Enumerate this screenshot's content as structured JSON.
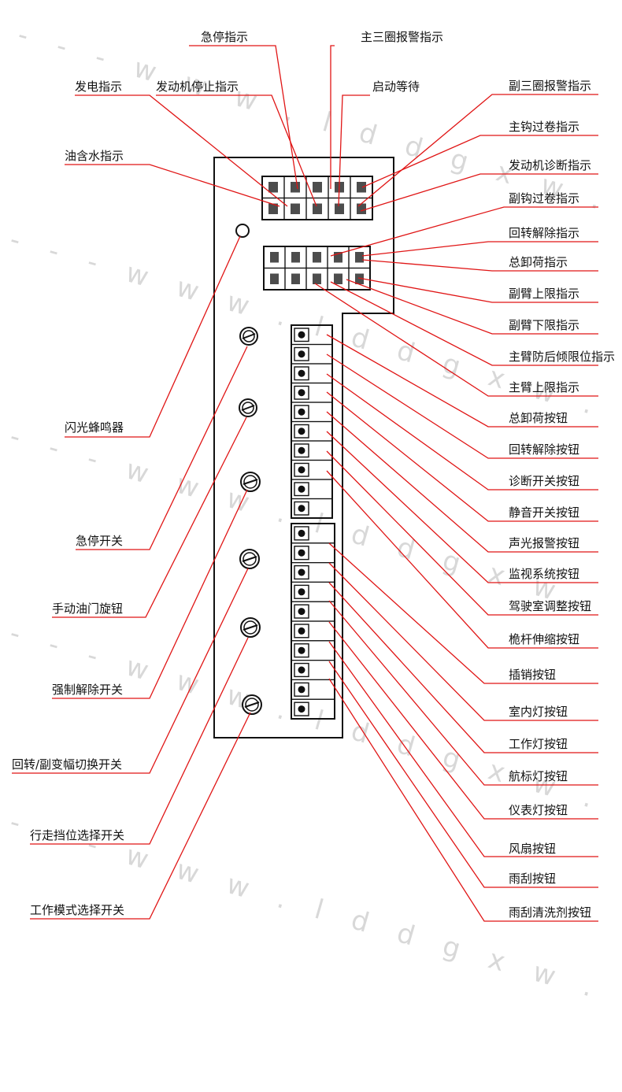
{
  "watermark": "- - - - w w w . l d d g x w . c o m - - - -",
  "colors": {
    "leader": "#e01515",
    "outline": "#111111",
    "text": "#111111"
  },
  "labels_top": [
    {
      "id": "estop-indicator",
      "text": "急停指示"
    },
    {
      "id": "main-3coil-alarm-indicator",
      "text": "主三圈报警指示"
    },
    {
      "id": "generator-indicator",
      "text": "发电指示"
    },
    {
      "id": "engine-stop-indicator",
      "text": "发动机停止指示"
    },
    {
      "id": "start-wait",
      "text": "启动等待"
    },
    {
      "id": "oil-water-indicator",
      "text": "油含水指示"
    }
  ],
  "labels_right": [
    {
      "id": "aux-3coil-alarm-indicator",
      "text": "副三圈报警指示"
    },
    {
      "id": "main-hook-overwind-indicator",
      "text": "主钩过卷指示"
    },
    {
      "id": "engine-diagnosis-indicator",
      "text": "发动机诊断指示"
    },
    {
      "id": "aux-hook-overwind-indicator",
      "text": "副钩过卷指示"
    },
    {
      "id": "slew-release-indicator",
      "text": "回转解除指示"
    },
    {
      "id": "total-unload-indicator",
      "text": "总卸荷指示"
    },
    {
      "id": "aux-boom-upper-limit-indicator",
      "text": "副臂上限指示"
    },
    {
      "id": "aux-boom-lower-limit-indicator",
      "text": "副臂下限指示"
    },
    {
      "id": "main-boom-tip-limit-indicator",
      "text": "主臂防后倾限位指示"
    },
    {
      "id": "main-boom-upper-limit-indicator",
      "text": "主臂上限指示"
    },
    {
      "id": "total-unload-button",
      "text": "总卸荷按钮"
    },
    {
      "id": "slew-release-button",
      "text": "回转解除按钮"
    },
    {
      "id": "diagnosis-switch-button",
      "text": "诊断开关按钮"
    },
    {
      "id": "mute-switch-button",
      "text": "静音开关按钮"
    },
    {
      "id": "sound-light-alarm-button",
      "text": "声光报警按钮"
    },
    {
      "id": "monitor-system-button",
      "text": "监视系统按钮"
    },
    {
      "id": "cab-adjust-button",
      "text": "驾驶室调整按钮"
    },
    {
      "id": "mast-telescope-button",
      "text": "桅杆伸缩按钮"
    },
    {
      "id": "pin-button",
      "text": "插销按钮"
    },
    {
      "id": "cabin-light-button",
      "text": "室内灯按钮"
    },
    {
      "id": "work-light-button",
      "text": "工作灯按钮"
    },
    {
      "id": "nav-light-button",
      "text": "航标灯按钮"
    },
    {
      "id": "instrument-light-button",
      "text": "仪表灯按钮"
    },
    {
      "id": "fan-button",
      "text": "风扇按钮"
    },
    {
      "id": "wiper-button",
      "text": "雨刮按钮"
    },
    {
      "id": "washer-button",
      "text": "雨刮清洗剂按钮"
    }
  ],
  "labels_left": [
    {
      "id": "flash-buzzer",
      "text": "闪光蜂鸣器"
    },
    {
      "id": "estop-switch",
      "text": "急停开关"
    },
    {
      "id": "throttle-knob",
      "text": "手动油门旋钮"
    },
    {
      "id": "force-release-switch",
      "text": "强制解除开关"
    },
    {
      "id": "slew-luff-switch",
      "text": "回转/副变幅切换开关"
    },
    {
      "id": "travel-gear-switch",
      "text": "行走挡位选择开关"
    },
    {
      "id": "work-mode-switch",
      "text": "工作模式选择开关"
    }
  ]
}
